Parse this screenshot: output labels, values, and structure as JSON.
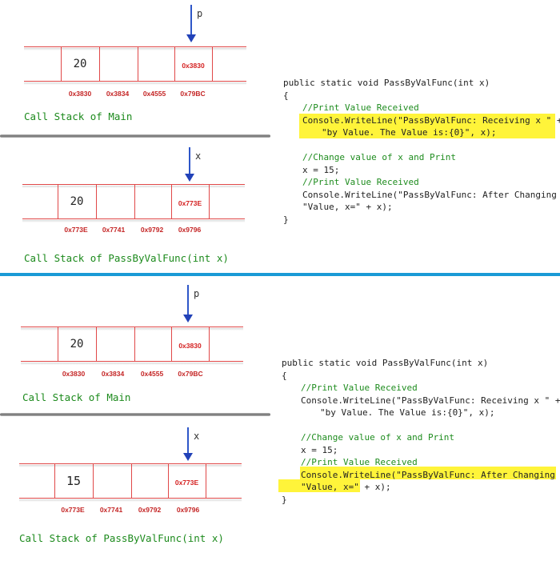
{
  "top": {
    "main_stack": {
      "pointer": "p",
      "values": [
        "20",
        "",
        "",
        "0x3830"
      ],
      "addresses": [
        "0x3830",
        "0x3834",
        "0x4555",
        "0x79BC"
      ],
      "title": "Call Stack of Main"
    },
    "func_stack": {
      "pointer": "x",
      "values": [
        "20",
        "",
        "",
        "0x773E"
      ],
      "addresses": [
        "0x773E",
        "0x7741",
        "0x9792",
        "0x9796"
      ],
      "title": "Call Stack of PassByValFunc(int x)"
    },
    "code": {
      "signature": "public static void PassByValFunc(int x)",
      "open_brace": "{",
      "comment1": "//Print Value Received",
      "writeline1_a": "Console.WriteLine(\"PassByValFunc: Receiving x \" +",
      "writeline1_b": "\"by Value. The Value is:{0}\", x);",
      "comment2": "//Change value of x and Print",
      "assign": "x = 15;",
      "comment3": "//Print Value Received",
      "writeline2_a": "Console.WriteLine(\"PassByValFunc: After Changing \" +",
      "writeline2_b": "\"Value, x=\" + x);",
      "close_brace": "}"
    }
  },
  "bottom": {
    "main_stack": {
      "pointer": "p",
      "values": [
        "20",
        "",
        "",
        "0x3830"
      ],
      "addresses": [
        "0x3830",
        "0x3834",
        "0x4555",
        "0x79BC"
      ],
      "title": "Call Stack of Main"
    },
    "func_stack": {
      "pointer": "x",
      "values": [
        "15",
        "",
        "",
        "0x773E"
      ],
      "addresses": [
        "0x773E",
        "0x7741",
        "0x9792",
        "0x9796"
      ],
      "title": "Call Stack of PassByValFunc(int x)"
    },
    "code": {
      "signature": "public static void PassByValFunc(int x)",
      "open_brace": "{",
      "comment1": "//Print Value Received",
      "writeline1_a": "Console.WriteLine(\"PassByValFunc: Receiving x \" +",
      "writeline1_b": "\"by Value. The Value is:{0}\", x);",
      "comment2": "//Change value of x and Print",
      "assign": "x = 15;",
      "comment3": "//Print Value Received",
      "writeline2_a": "Console.WriteLine(\"PassByValFunc: After Changing \" +",
      "writeline2_b": "\"Value, x=\" + x);",
      "close_brace": "}"
    }
  },
  "colors": {
    "stack_line": "#e04848",
    "address_text": "#c42424",
    "pointer_arrow": "#2242b8",
    "title_text": "#1c8a1c",
    "code_comment": "#1e8c1e",
    "code_keyword": "#1a1aa6",
    "code_string": "#a31515",
    "highlight": "#fff43a",
    "divider": "#1a9ad6"
  }
}
